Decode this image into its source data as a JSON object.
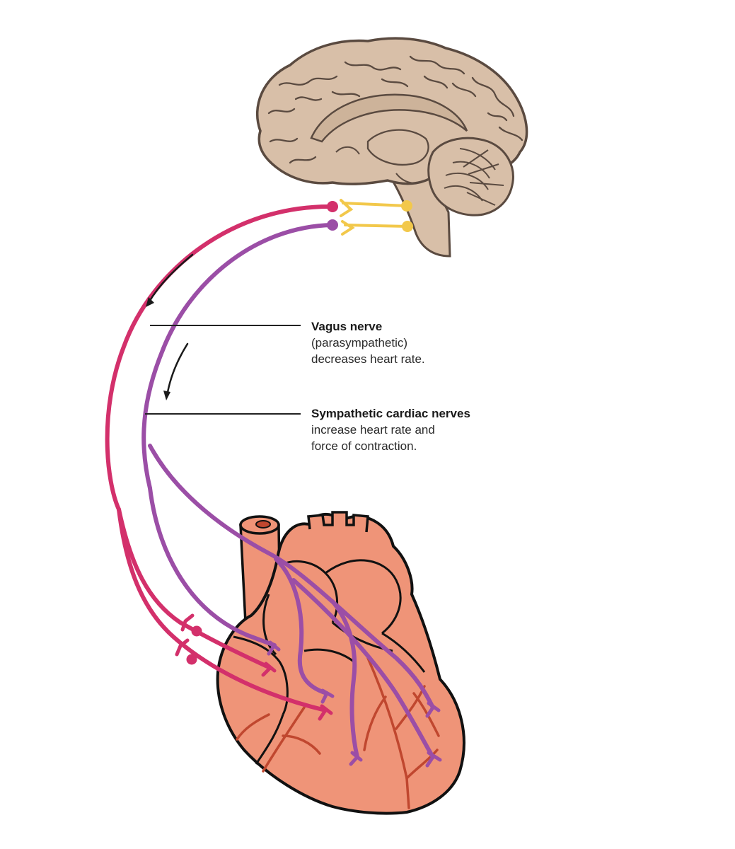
{
  "labels": {
    "vagus": {
      "title": "Vagus nerve",
      "line1": "(parasympathetic)",
      "line2": "decreases heart rate."
    },
    "sympathetic": {
      "title": "Sympathetic cardiac nerves",
      "line1": "increase heart rate and",
      "line2": "force of contraction."
    }
  },
  "colors": {
    "vagus_nerve": "#d3306b",
    "sympathetic_nerve": "#9b4ea6",
    "brain_fill": "#d8bfa8",
    "brain_stroke": "#5a4a40",
    "heart_fill": "#ef9478",
    "heart_vessels": "#c0472f",
    "neuron_yellow": "#f2c84b",
    "leader_line": "#222222"
  },
  "icons": {
    "brain": "brain-sagittal-icon",
    "heart": "heart-anatomy-icon"
  }
}
